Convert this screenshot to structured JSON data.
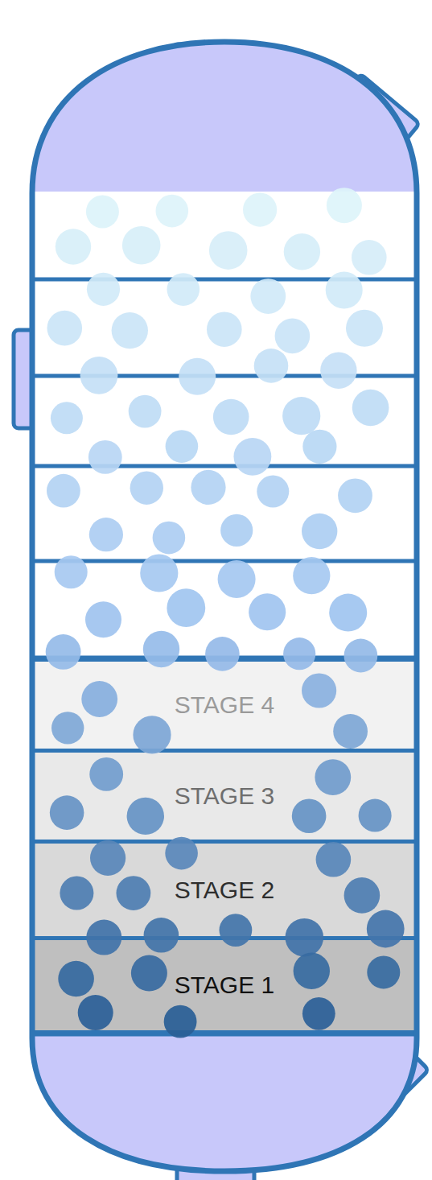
{
  "diagram": {
    "nodes": [
      {
        "text": [
          "STAGE 4"
        ]
      },
      {
        "text": [
          "STAGE 3"
        ]
      },
      {
        "text": [
          "STAGE 2"
        ]
      },
      {
        "text": [
          "STAGE 1"
        ]
      }
    ]
  }
}
